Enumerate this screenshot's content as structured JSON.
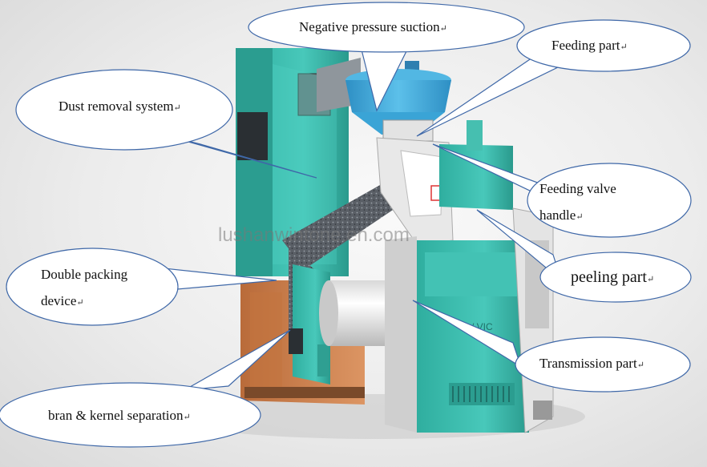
{
  "labels": {
    "negative_pressure": "Negative pressure suction",
    "feeding_part": "Feeding part",
    "dust_removal": "Dust removal system",
    "feeding_valve_line1": "Feeding valve",
    "feeding_valve_line2": "handle",
    "double_packing_line1": "Double packing",
    "double_packing_line2": "device",
    "peeling_part": "peeling part",
    "transmission_part": "Transmission part",
    "bran_kernel": "bran & kernel separation",
    "return_mark": "↵"
  },
  "watermark": "lushanwintone.en.com",
  "colors": {
    "machine_teal": "#3fc1b4",
    "cyclone_blue": "#41a9d6",
    "copper_base": "#c87c4a",
    "callout_fill": "#ffffff",
    "callout_stroke": "#3f68a8"
  }
}
